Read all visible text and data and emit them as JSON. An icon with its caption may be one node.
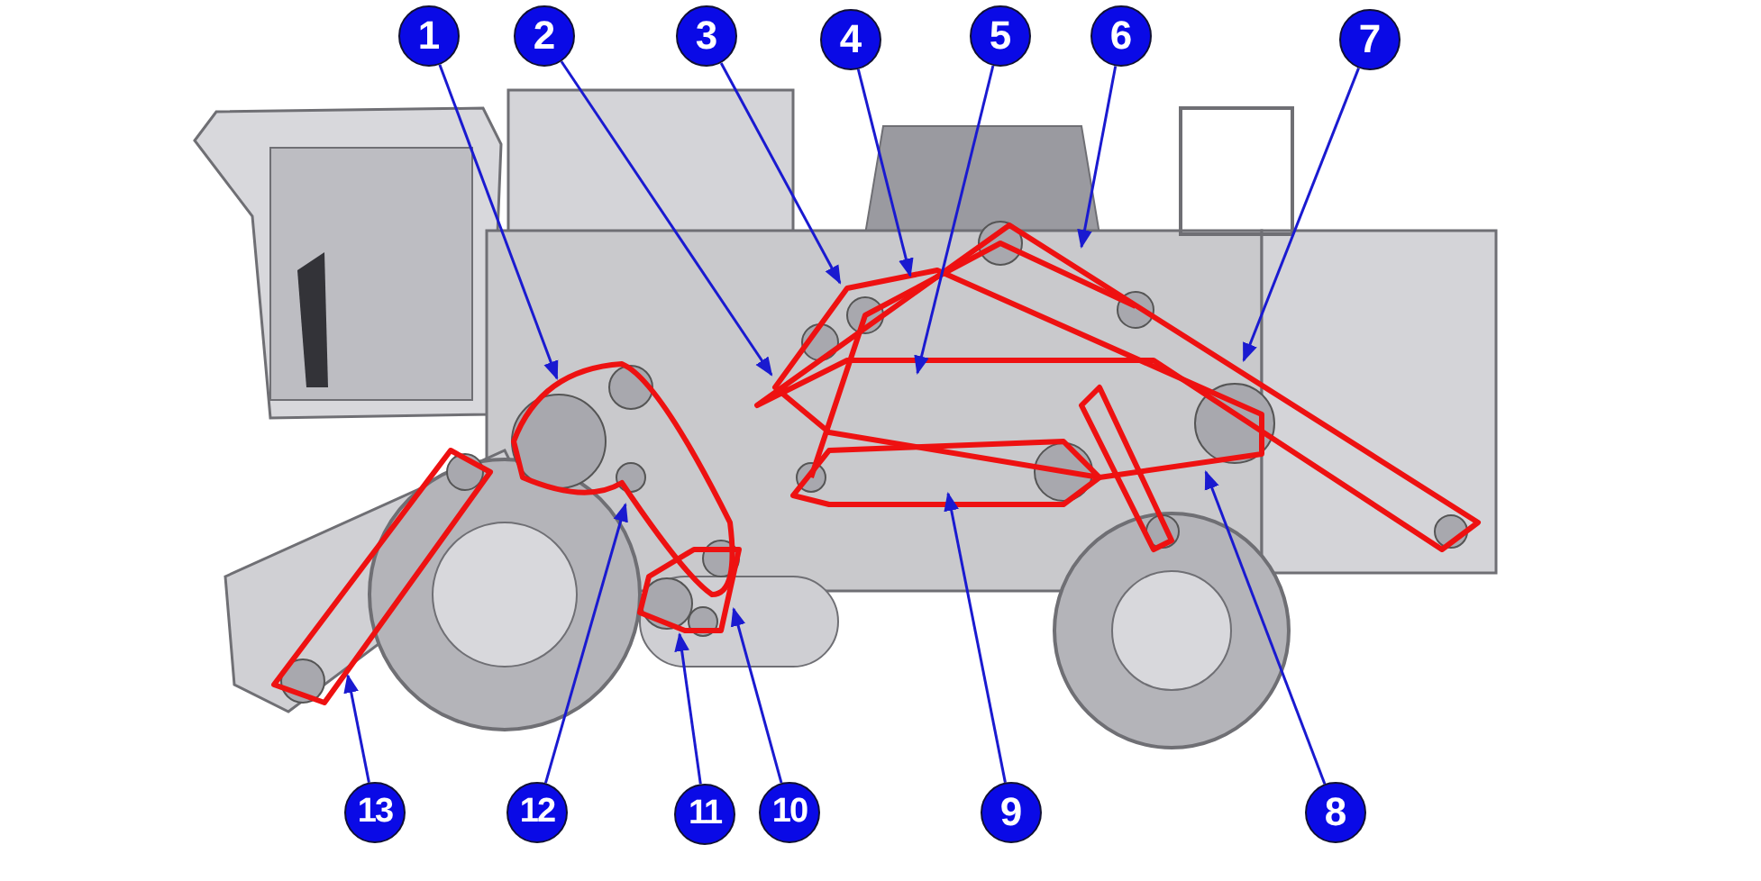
{
  "diagram": {
    "nodes": [
      {
        "text": [
          "1"
        ]
      },
      {
        "text": [
          "2"
        ]
      },
      {
        "text": [
          "3"
        ]
      },
      {
        "text": [
          "4"
        ]
      },
      {
        "text": [
          "5"
        ]
      },
      {
        "text": [
          "6"
        ]
      },
      {
        "text": [
          "7"
        ]
      },
      {
        "text": [
          "13"
        ]
      },
      {
        "text": [
          "12"
        ]
      },
      {
        "text": [
          "11"
        ]
      },
      {
        "text": [
          "10"
        ]
      },
      {
        "text": [
          "9"
        ]
      },
      {
        "text": [
          "8"
        ]
      }
    ],
    "edges": [
      {
        "from": 0,
        "to": null,
        "arrow": "to"
      },
      {
        "from": 1,
        "to": null,
        "arrow": "to"
      },
      {
        "from": 2,
        "to": null,
        "arrow": "to"
      },
      {
        "from": 3,
        "to": null,
        "arrow": "to"
      },
      {
        "from": 4,
        "to": null,
        "arrow": "to"
      },
      {
        "from": 5,
        "to": null,
        "arrow": "to"
      },
      {
        "from": 6,
        "to": null,
        "arrow": "to"
      },
      {
        "from": 7,
        "to": null,
        "arrow": "to"
      },
      {
        "from": 8,
        "to": null,
        "arrow": "to"
      },
      {
        "from": 9,
        "to": null,
        "arrow": "to"
      },
      {
        "from": 10,
        "to": null,
        "arrow": "to"
      },
      {
        "from": 11,
        "to": null,
        "arrow": "to"
      },
      {
        "from": 12,
        "to": null,
        "arrow": "to"
      }
    ]
  }
}
